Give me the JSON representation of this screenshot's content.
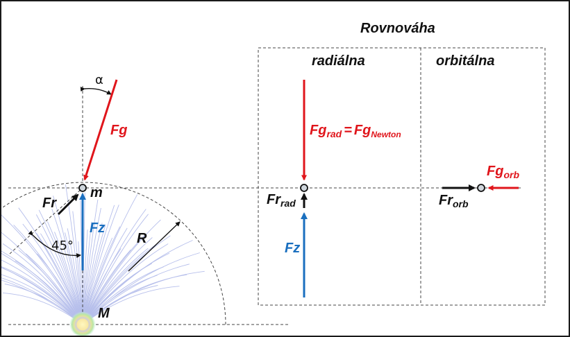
{
  "title": "Rovnováha",
  "sections": {
    "radial": "radiálna",
    "orbital": "orbitálna"
  },
  "labels": {
    "alpha": "α",
    "fg": "Fg",
    "m": "m",
    "fr": "Fr",
    "fz": "Fz",
    "angle": "45°",
    "r": "R",
    "M": "M",
    "fg_rad_main": "Fg",
    "fg_rad_sub": "rad",
    "eq": "=",
    "fg_newton_main": "Fg",
    "fg_newton_sub": "Newton",
    "fr_rad_main": "Fr",
    "fr_rad_sub": "rad",
    "fz_radial": "Fz",
    "fg_orb_main": "Fg",
    "fg_orb_sub": "orb",
    "fr_orb_main": "Fr",
    "fr_orb_sub": "orb"
  },
  "colors": {
    "red": "#e0151b",
    "blue": "#1a6fbf",
    "black": "#111111",
    "field": "#aeb8e8",
    "dash": "#444444"
  }
}
